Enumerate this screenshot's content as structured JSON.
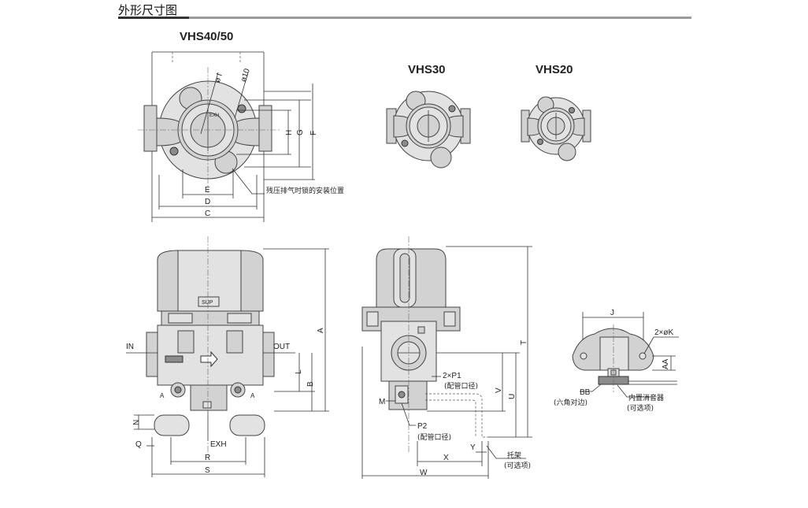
{
  "header": {
    "title": "外形尺寸图"
  },
  "views": {
    "vhs4050": "VHS40/50",
    "vhs30": "VHS30",
    "vhs20": "VHS20"
  },
  "top_view": {
    "labels": {
      "e": "E",
      "d": "D",
      "c": "C",
      "h": "H",
      "g": "G",
      "f": "F",
      "phi_l": "ø l",
      "phi_10": "ø10",
      "exh": "EXH."
    },
    "note": "残压排气时锁的安装位置"
  },
  "front_view": {
    "in": "IN",
    "out": "OUT",
    "exh": "EXH",
    "sup": "SUP",
    "a": "A",
    "l": "L",
    "b": "B",
    "n": "N",
    "q": "Q",
    "r": "R",
    "s": "S"
  },
  "side_view": {
    "t": "T",
    "v": "V",
    "u": "U",
    "m": "M",
    "x": "X",
    "y": "Y",
    "w": "W",
    "p1": "2×P1",
    "p1_note": "(配管口径)",
    "p2": "P2",
    "p2_note": "(配管口径)",
    "bracket": "托架",
    "bracket_note": "(可选项)"
  },
  "detail_view": {
    "j": "J",
    "k": "2×øK",
    "aa": "AA",
    "bb": "BB",
    "bb_note": "(六角对边)",
    "silencer": "内置消音器",
    "silencer_note": "(可选项)"
  }
}
